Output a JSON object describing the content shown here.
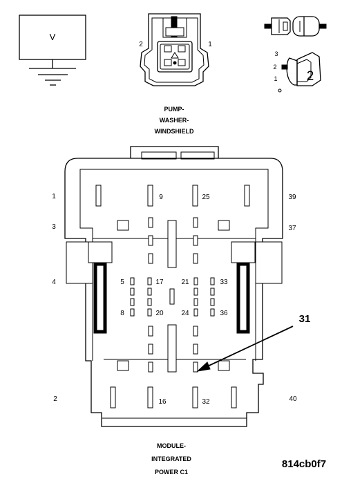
{
  "ground_symbol": {
    "label": "V"
  },
  "pump_connector": {
    "pin_left": "2",
    "pin_right": "1",
    "name_lines": [
      "PUMP-",
      "WASHER-",
      "WINDSHIELD"
    ]
  },
  "side_view": {
    "pins": [
      "3",
      "2",
      "1"
    ],
    "small_label": "0",
    "circle_number": "2"
  },
  "module_connector": {
    "outer_pins": {
      "p1": "1",
      "p3": "3",
      "p4": "4",
      "p2": "2",
      "p39": "39",
      "p37": "37",
      "p40": "40"
    },
    "inner_pins": {
      "p9": "9",
      "p25": "25",
      "p5": "5",
      "p17": "17",
      "p21": "21",
      "p33": "33",
      "p8": "8",
      "p20": "20",
      "p24": "24",
      "p36": "36",
      "p16": "16",
      "p32": "32"
    },
    "callout": "31",
    "name_lines": [
      "MODULE-",
      "INTEGRATED",
      "POWER C1"
    ]
  },
  "figure_code": "814cb0f7"
}
